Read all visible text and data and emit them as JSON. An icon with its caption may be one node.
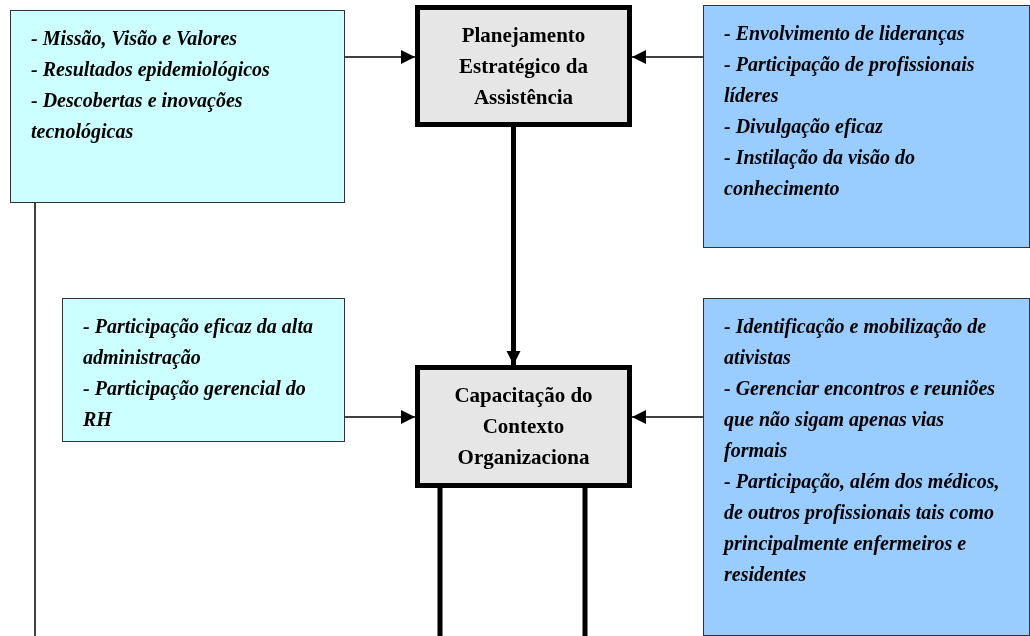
{
  "diagram": {
    "nodes": [
      {
        "text": [
          "- Missão, Visão e Valores",
          "- Resultados epidemiológicos",
          "- Descobertas e inovações tecnológicas"
        ]
      },
      {
        "text": [
          "Planejamento Estratégico da Assistência"
        ]
      },
      {
        "text": [
          "- Envolvimento de lideranças",
          "- Participação de profissionais líderes",
          "- Divulgação eficaz",
          "- Instilação da visão do conhecimento"
        ]
      },
      {
        "text": [
          "- Participação eficaz da alta administração",
          "- Participação gerencial do RH"
        ]
      },
      {
        "text": [
          "Capacitação do Contexto Organizaciona"
        ]
      },
      {
        "text": [
          "- Identificação e mobilização de ativistas",
          "- Gerenciar encontros e reuniões que não sigam apenas vias formais",
          "- Participação, além dos médicos, de outros profissionais tais como principalmente enfermeiros e residentes"
        ]
      }
    ],
    "edges": [
      {
        "from": 0,
        "to": 1,
        "arrow": "to"
      },
      {
        "from": 2,
        "to": 1,
        "arrow": "to"
      },
      {
        "from": 1,
        "to": 4,
        "arrow": "to",
        "style": "thick"
      },
      {
        "from": 3,
        "to": 4,
        "arrow": "to"
      },
      {
        "from": 5,
        "to": 4,
        "arrow": "to"
      },
      {
        "from": 4,
        "to": null,
        "arrow": "none",
        "style": "thick"
      },
      {
        "from": 4,
        "to": null,
        "arrow": "none",
        "style": "thick"
      },
      {
        "from": 0,
        "to": null,
        "arrow": "none"
      }
    ]
  }
}
